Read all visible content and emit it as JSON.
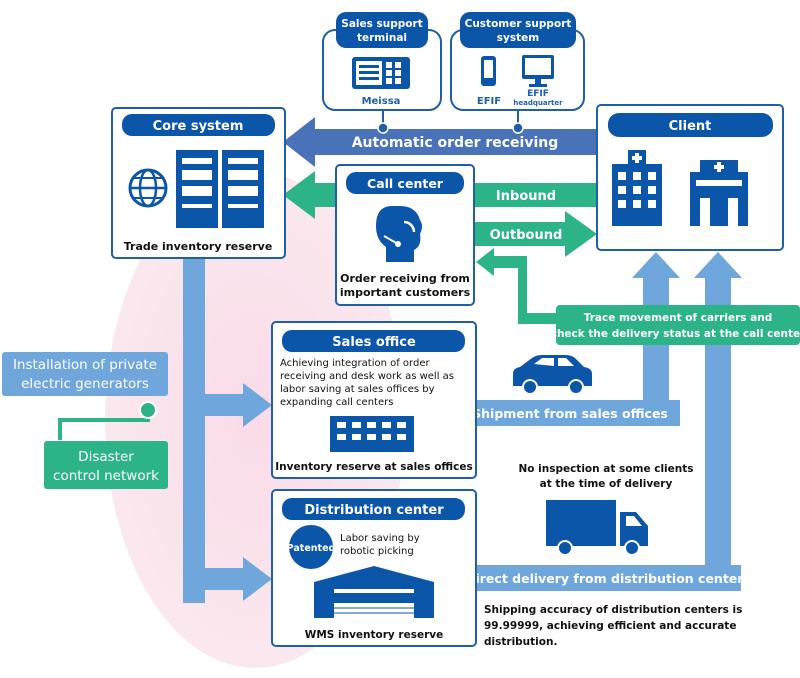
{
  "colors": {
    "blue_dark": "#0b56a8",
    "blue_mid": "#4a72b8",
    "blue_light": "#6fa6dc",
    "green": "#2db388",
    "pink": "#f7dce8",
    "box_border": "#1f5fa8"
  },
  "terminals": {
    "sales_support": {
      "title_line1": "Sales support",
      "title_line2": "terminal",
      "label": "Meissa"
    },
    "customer_support": {
      "title_line1": "Customer support",
      "title_line2": "system",
      "label_efif": "EFIF",
      "label_hq_line1": "EFIF",
      "label_hq_line2": "headquarter"
    }
  },
  "core_system": {
    "title": "Core system",
    "caption": "Trade inventory reserve"
  },
  "client": {
    "title": "Client"
  },
  "call_center": {
    "title": "Call center",
    "caption_line1": "Order receiving from",
    "caption_line2": "important customers"
  },
  "arrows": {
    "automatic_order": "Automatic order receiving",
    "inbound": "Inbound",
    "outbound": "Outbound",
    "trace_line1": "Trace movement of carriers and",
    "trace_line2": "check the delivery status at the call center",
    "shipment_sales": "Shipment from sales offices",
    "direct_delivery": "Direct delivery from distribution centers"
  },
  "side_labels": {
    "generators_line1": "Installation of private",
    "generators_line2": "electric generators",
    "disaster_line1": "Disaster",
    "disaster_line2": "control network"
  },
  "sales_office": {
    "title": "Sales office",
    "desc_line1": "Achieving integration of order",
    "desc_line2": "receiving and desk work as well as",
    "desc_line3": "labor saving at sales offices by",
    "desc_line4": "expanding call centers",
    "caption": "Inventory reserve at sales offices"
  },
  "distribution_center": {
    "title": "Distribution center",
    "badge": "Patented",
    "desc_line1": "Labor saving by",
    "desc_line2": "robotic picking",
    "caption": "WMS inventory reserve"
  },
  "notes": {
    "no_inspection_line1": "No inspection at some clients",
    "no_inspection_line2": "at the time of delivery",
    "accuracy_line1": "Shipping accuracy of distribution centers is",
    "accuracy_line2": "99.99999, achieving efficient and accurate",
    "accuracy_line3": "distribution."
  },
  "icons": {
    "terminal": "terminal-icon",
    "phone": "mobile-phone-icon",
    "monitor": "monitor-icon",
    "globe": "globe-icon",
    "servers": "server-rack-icon",
    "operator": "headset-operator-icon",
    "buildings": "hospital-buildings-icon",
    "car": "car-icon",
    "truck": "truck-icon",
    "office": "office-building-icon",
    "warehouse": "warehouse-icon"
  }
}
